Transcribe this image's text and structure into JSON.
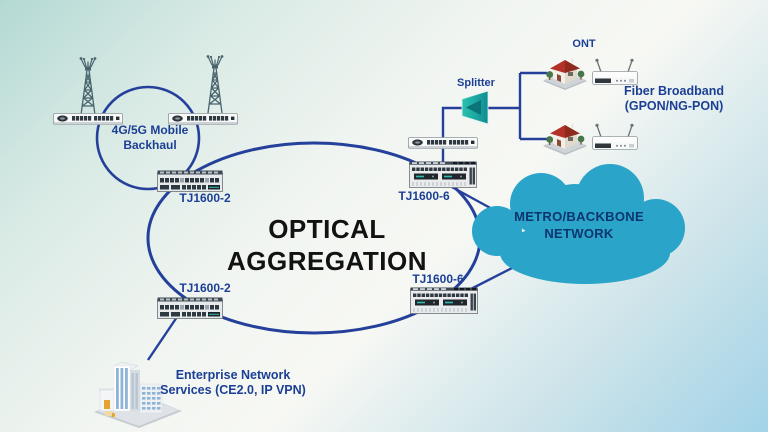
{
  "title": {
    "line1": "OPTICAL",
    "line2": "AGGREGATION"
  },
  "mobile_backhaul": {
    "line1": "4G/5G Mobile",
    "line2": "Backhaul"
  },
  "devices": {
    "top_left_label": "TJ1600-2",
    "bottom_left_label": "TJ1600-2",
    "top_right_label": "TJ1600-6",
    "bottom_right_label": "TJ1600-6"
  },
  "pon": {
    "splitter_label": "Splitter",
    "ont_label": "ONT",
    "fiber_line1": "Fiber Broadband",
    "fiber_line2": "(GPON/NG-PON)"
  },
  "cloud": {
    "line1": "METRO/BACKBONE",
    "line2": "NETWORK"
  },
  "enterprise": {
    "line1": "Enterprise Network",
    "line2": "Services (CE2.0, IP VPN)"
  },
  "icons": {
    "cell_tower": "lattice-tower-with-antennas",
    "rack_unit_1u": "white-1u-rack-device",
    "tj1600_2_chassis": "2u-transport-chassis",
    "tj1600_6_chassis": "3u-transport-chassis",
    "splitter": "teal-optical-splitter-horn",
    "house": "isometric-red-roof-house",
    "ont_router": "wifi-router-two-antennas",
    "cloud": "network-cloud",
    "enterprise_building": "isometric-office-buildings"
  },
  "colors": {
    "connector": "#24409a",
    "label_text": "#1c3f96",
    "title_text": "#121212",
    "cloud_fill": "#2aa4c9",
    "cloud_text": "#0d3570",
    "splitter_fill": "#17a89b",
    "background_top_left": "#b4d9d4",
    "background_bottom_right": "#a2d3e8"
  }
}
